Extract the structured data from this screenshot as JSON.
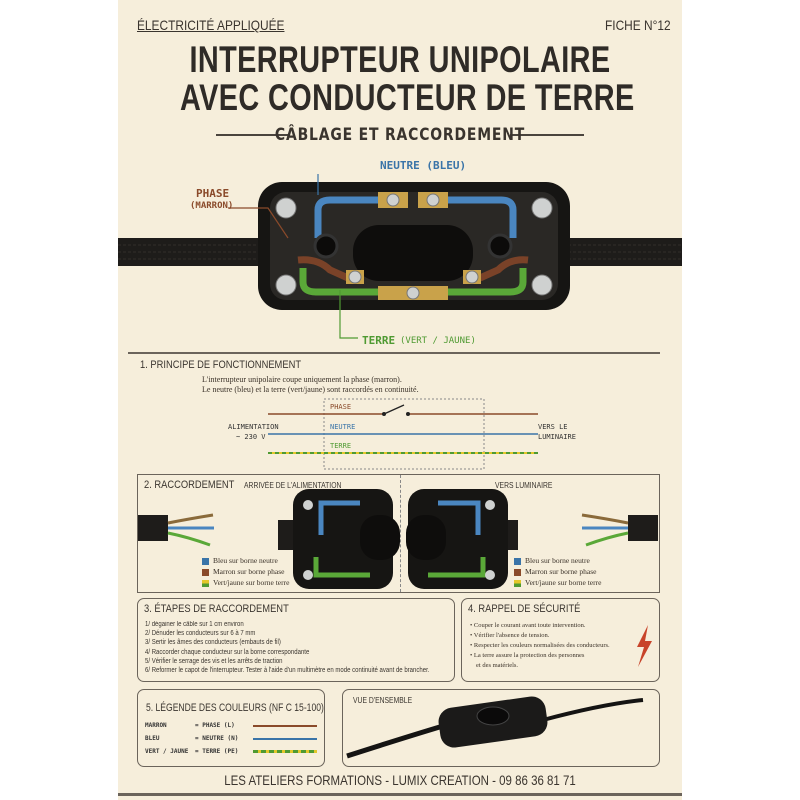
{
  "header": {
    "category": "ÉLECTRICITÉ APPLIQUÉE",
    "sheet": "FICHE N°12"
  },
  "title": {
    "line1": "INTERRUPTEUR UNIPOLAIRE",
    "line2": "AVEC CONDUCTEUR DE TERRE",
    "subtitle": "CÂBLAGE ET RACCORDEMENT"
  },
  "main_diagram": {
    "neutral_label": "NEUTRE (BLEU)",
    "phase_label": "PHASE",
    "phase_sub": "(MARRON)",
    "earth_label": "TERRE",
    "earth_sub": "(VERT / JAUNE)"
  },
  "section1": {
    "title": "1.  PRINCIPE DE FONCTIONNEMENT",
    "text1": "L'interrupteur unipolaire coupe uniquement la phase (marron).",
    "text2": "Le neutre (bleu) et la terre (vert/jaune) sont raccordés en continuité.",
    "phase": "PHASE",
    "neutral": "NEUTRE",
    "earth": "TERRE",
    "supply1": "ALIMENTATION",
    "supply2": "~ 230 V",
    "to1": "VERS LE",
    "to2": "LUMINAIRE"
  },
  "section2": {
    "title": "2.  RACCORDEMENT",
    "left_caption": "ARRIVÉE DE L'ALIMENTATION",
    "right_caption": "VERS LUMINAIRE",
    "legend": [
      "Bleu sur borne neutre",
      "Marron sur borne phase",
      "Vert/jaune sur borne terre"
    ]
  },
  "section3": {
    "title": "3.  ÉTAPES DE RACCORDEMENT",
    "steps": [
      "1/ dégainer le câble sur 1 cm environ",
      "2/ Dénuder les conducteurs sur 6 à 7 mm",
      "3/ Sertir les âmes des conducteurs (embauts de fil)",
      "4/ Raccorder chaque conducteur sur la borne correspondante",
      "5/ Vérifier le serrage des vis et les arrêts de traction",
      "6/ Reformer le capot de l'interrupteur. Tester à l'aide d'un multimètre en mode continuité avant de brancher."
    ]
  },
  "section4": {
    "title": "4.  RAPPEL DE SÉCURITÉ",
    "items": [
      "Couper le courant avant toute intervention.",
      "Vérifier l'absence de tension.",
      "Respecter les couleurs normalisées des conducteurs.",
      "La terre assure la protection des personnes",
      "et des matériels."
    ],
    "icon": "lightning-icon"
  },
  "section5": {
    "title": "5.  LÉGENDE DES COULEURS (NF C 15-100)",
    "rows": [
      {
        "color": "MARRON",
        "meaning": "= PHASE (L)"
      },
      {
        "color": "BLEU",
        "meaning": "= NEUTRE (N)"
      },
      {
        "color": "VERT / JAUNE",
        "meaning": "= TERRE (PE)"
      }
    ]
  },
  "overview": {
    "title": "VUE D'ENSEMBLE"
  },
  "footer": {
    "text": "LES ATELIERS FORMATIONS - LUMIX CREATION - 09 86 36 81 71"
  },
  "colors": {
    "brown": "#8a4a2a",
    "blue": "#3a74a8",
    "green": "#4f9a32",
    "yellow": "#e3c72a",
    "paper": "#f6eedb"
  }
}
